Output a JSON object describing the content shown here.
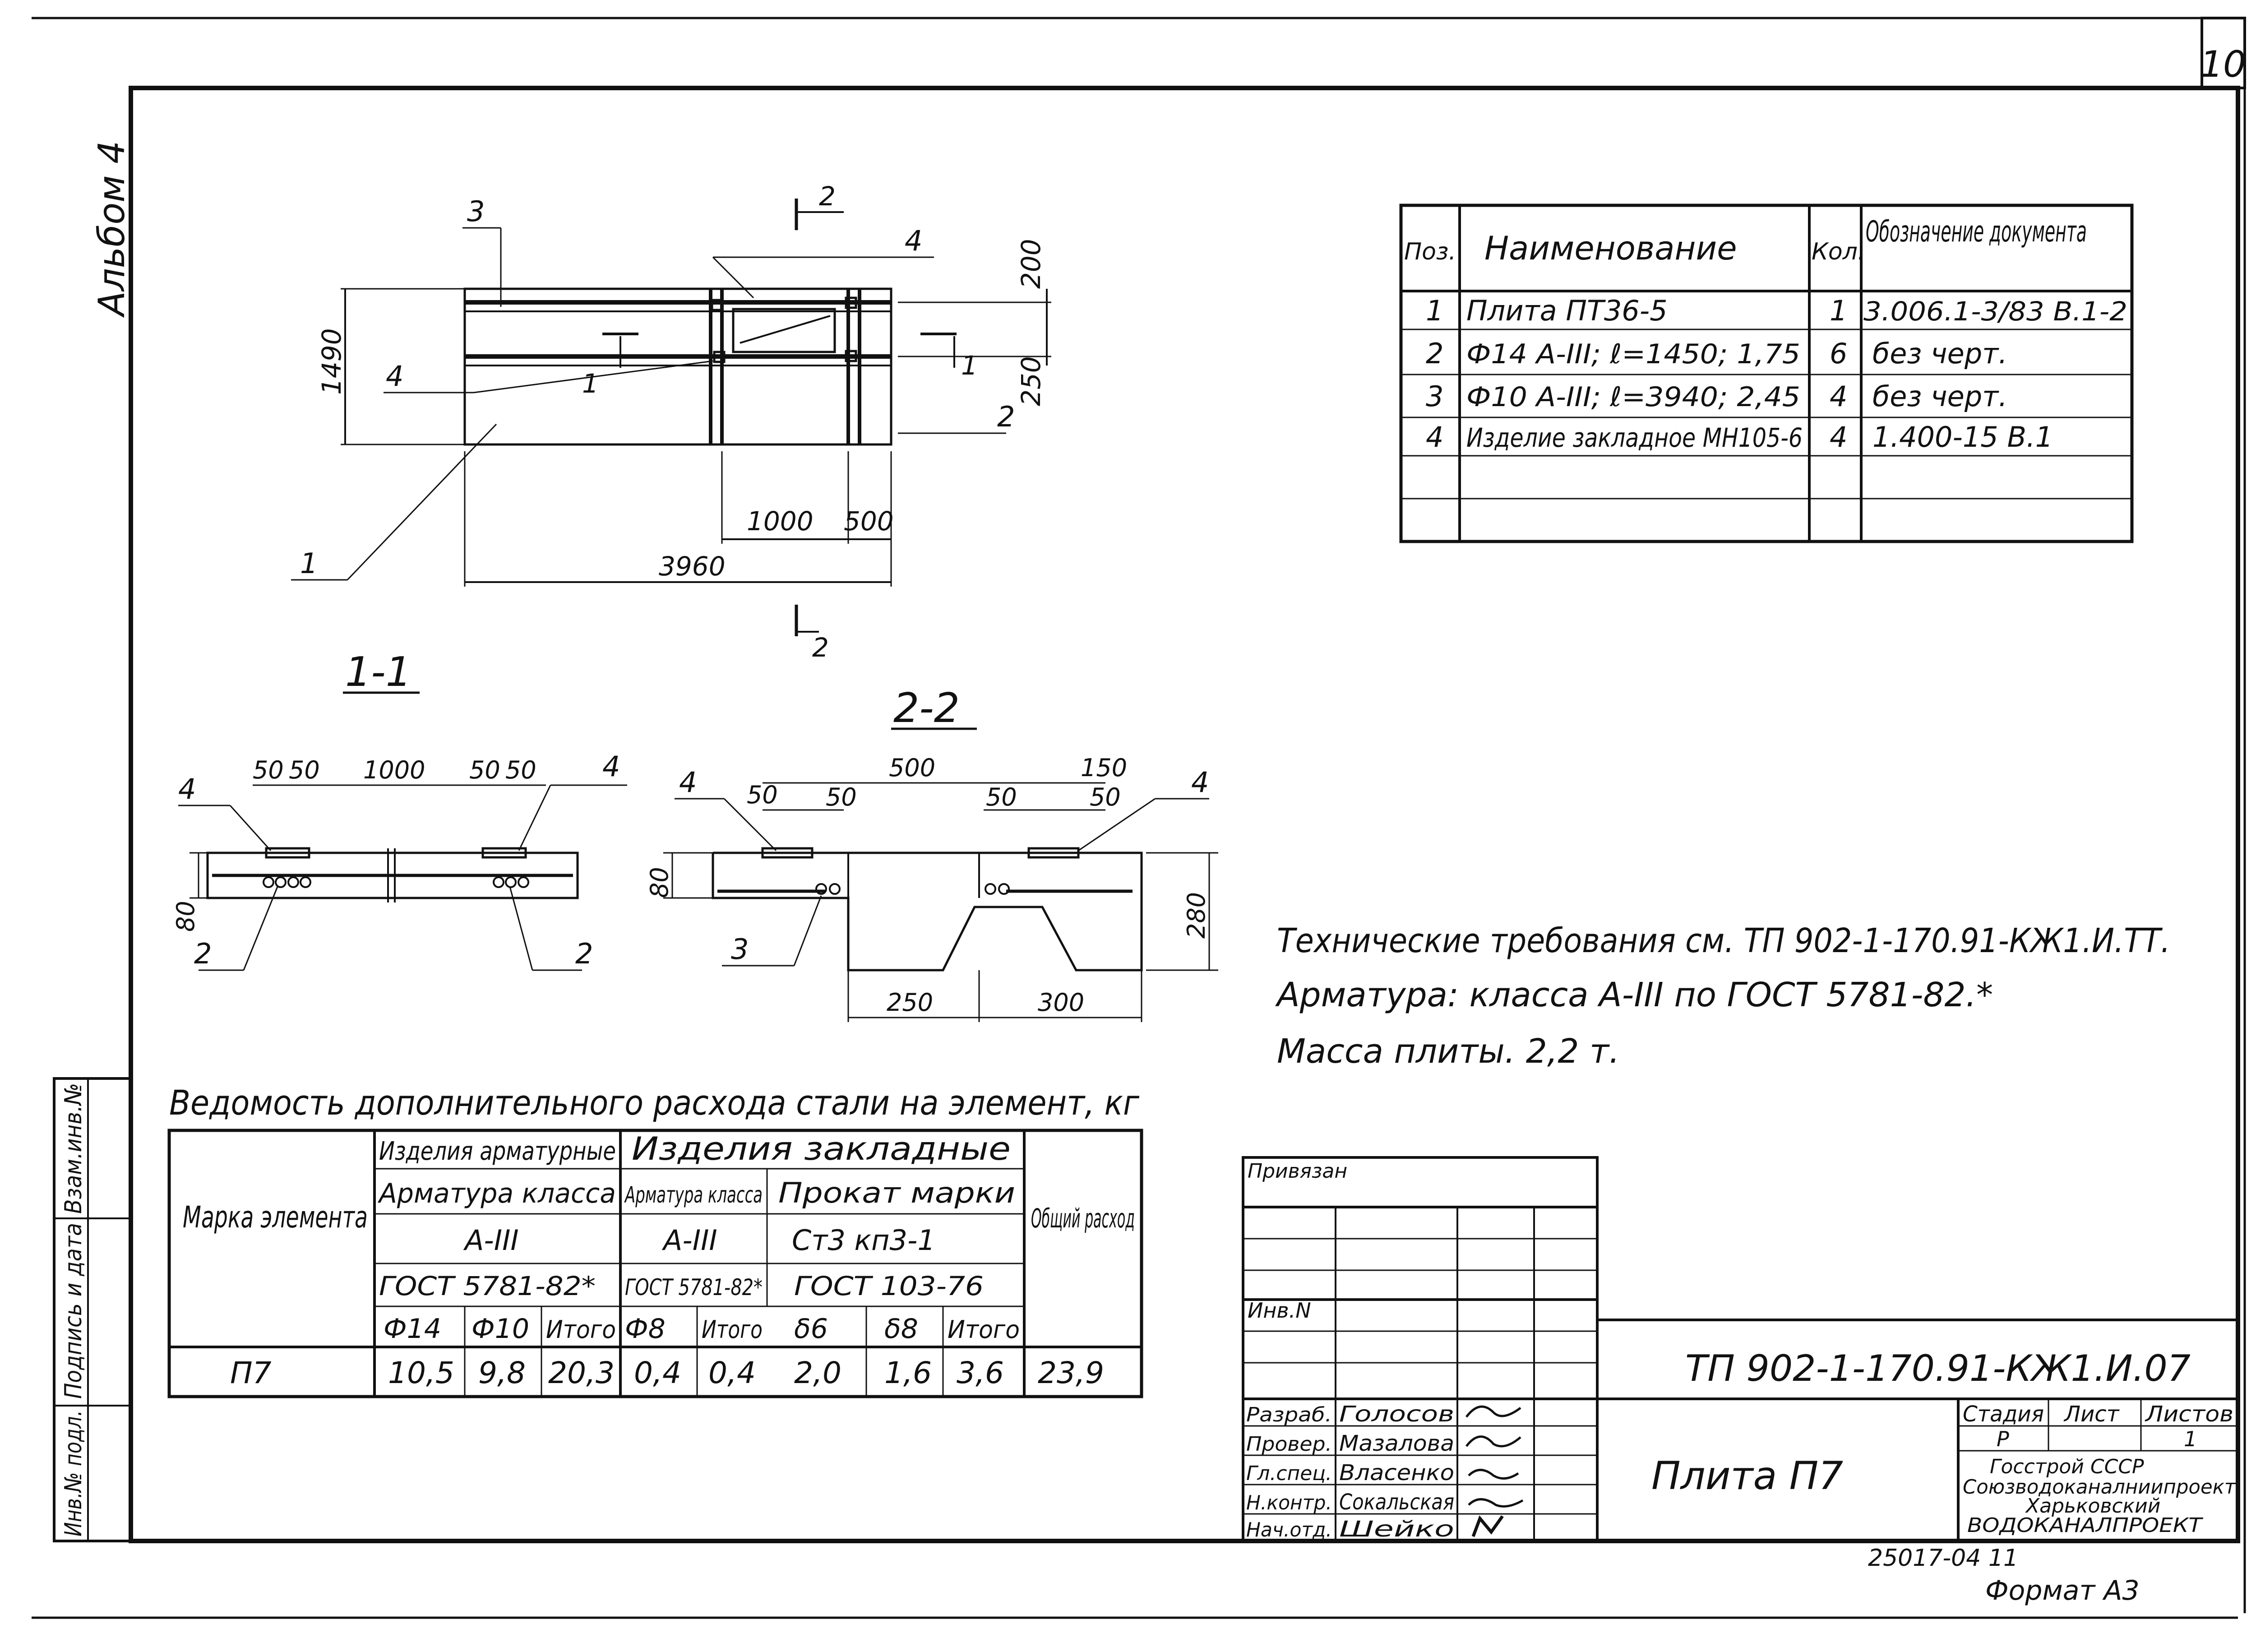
{
  "sheet_number": "10",
  "album_label": "Альбом 4",
  "plan": {
    "dims": {
      "overall_length": "3960",
      "seg_1000": "1000",
      "seg_500": "500",
      "height": "1490",
      "right_200": "200",
      "right_250": "250"
    },
    "callouts": {
      "c1": "1",
      "c2": "2",
      "c3": "3",
      "c4a": "4",
      "c4b": "4"
    },
    "section_marks": {
      "s1_left": "1",
      "s1_right": "1",
      "s2_top": "2",
      "s2_bottom": "2"
    }
  },
  "section_1": {
    "title": "1-1",
    "dims": [
      "50",
      "50",
      "1000",
      "50",
      "50"
    ],
    "height": "80",
    "callouts": {
      "left_4": "4",
      "right_4": "4",
      "left_2": "2",
      "right_2": "2"
    }
  },
  "section_2": {
    "title": "2-2",
    "dims_top": {
      "d500": "500",
      "d150": "150",
      "d50a": "50",
      "d50b": "50",
      "d50c": "50",
      "d50d": "50"
    },
    "height_left": "80",
    "height_right": "280",
    "dims_bottom": {
      "d250": "250",
      "d300": "300"
    },
    "callouts": {
      "left_4": "4",
      "right_4": "4",
      "c3": "3"
    }
  },
  "spec_table": {
    "headers": [
      "Поз.",
      "Наименование",
      "Кол.",
      "Обозначение документа"
    ],
    "rows": [
      [
        "1",
        "Плита ПТ36-5",
        "1",
        "3.006.1-3/83 В.1-2"
      ],
      [
        "2",
        "Ф14 А-III; ℓ=1450; 1,75",
        "6",
        "без черт."
      ],
      [
        "3",
        "Ф10 А-III; ℓ=3940; 2,45",
        "4",
        "без черт."
      ],
      [
        "4",
        "Изделие закладное МН105-6",
        "4",
        "1.400-15   В.1"
      ],
      [
        "",
        "",
        "",
        ""
      ],
      [
        "",
        "",
        "",
        ""
      ]
    ]
  },
  "notes": [
    "Технические требования см. ТП 902-1-170.91-КЖ1.И.ТТ.",
    "Арматура: класса А-III по ГОСТ 5781-82.*",
    "Масса плиты. 2,2 т."
  ],
  "steel_table": {
    "title": "Ведомость дополнительного расхода стали на элемент, кг",
    "h_mark": "Марка элемента",
    "h_reinf": "Изделия арматурные",
    "h_embed": "Изделия закладные",
    "h_reinf_class": "Арматура класса",
    "h_embed_class": "Арматура класса",
    "h_rolled": "Прокат марки",
    "h_total": "Общий расход",
    "class_a3": "А-III",
    "class_a3b": "А-III",
    "steel_grade": "Ст3 кп3-1",
    "gost_a": "ГОСТ 5781-82*",
    "gost_b": "ГОСТ 5781-82*",
    "gost_c": "ГОСТ 103-76",
    "sub_headers": [
      "Ф14",
      "Ф10",
      "Итого",
      "Ф8",
      "Итого",
      "δ6",
      "δ8",
      "Итого"
    ],
    "row": {
      "mark": "П7",
      "values": [
        "10,5",
        "9,8",
        "20,3",
        "0,4",
        "0,4",
        "2,0",
        "1,6",
        "3,6"
      ],
      "total": "23,9"
    }
  },
  "side_stamp": [
    "Взам.инв.№",
    "Подпись и дата",
    "Инв.№ подл."
  ],
  "title_block": {
    "privyazan": "Привязан",
    "inv_n": "Инв.N",
    "doc_code": "ТП 902-1-170.91-КЖ1.И.07",
    "roles": [
      "Разраб.",
      "Провер.",
      "Гл.спец.",
      "Н.контр.",
      "Нач.отд."
    ],
    "names": [
      "Голосов",
      "Мазалова",
      "Власенко",
      "Сокальская",
      "Шейко"
    ],
    "stage_h": "Стадия",
    "sheet_h": "Лист",
    "sheets_h": "Листов",
    "stage": "Р",
    "sheets": "1",
    "drawing_name": "Плита П7",
    "org": [
      "Госстрой СССР",
      "Союзводоканалниипроект",
      "Харьковский",
      "ВОДОКАНАЛПРОЕКТ"
    ],
    "footer_code": "25017-04  11",
    "format": "Формат А3"
  }
}
